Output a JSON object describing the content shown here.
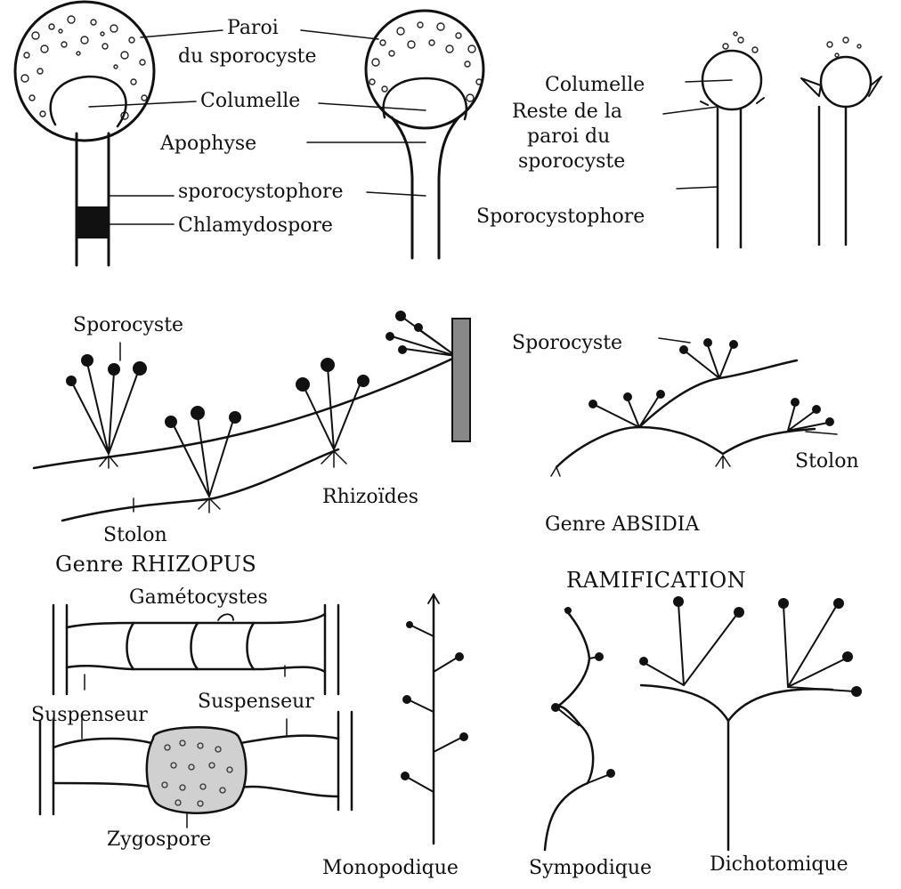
{
  "labels": {
    "paroi_line1": "Paroi",
    "paroi_line2": "du sporocyste",
    "columelle_left": "Columelle",
    "apophyse": "Apophyse",
    "sporocystophore_left": "sporocystophore",
    "chlamydospore": "Chlamydospore",
    "columelle_right": "Columelle",
    "reste_line1": "Reste de la",
    "reste_line2": "paroi du",
    "reste_line3": "sporocyste",
    "sporocystophore_right": "Sporocystophore",
    "sporocyste_rhizopus": "Sporocyste",
    "rhizoides": "Rhizoïdes",
    "stolon_rhizopus": "Stolon",
    "genre_rhizopus": "Genre RHIZOPUS",
    "sporocyste_absidia": "Sporocyste",
    "stolon_absidia": "Stolon",
    "genre_absidia": "Genre ABSIDIA",
    "gametocystes": "Gamétocystes",
    "suspenseur_left": "Suspenseur",
    "suspenseur_right": "Suspenseur",
    "zygospore": "Zygospore",
    "ramification": "RAMIFICATION",
    "monopodique": "Monopodique",
    "sympodique": "Sympodique",
    "dichotomique": "Dichotomique"
  }
}
